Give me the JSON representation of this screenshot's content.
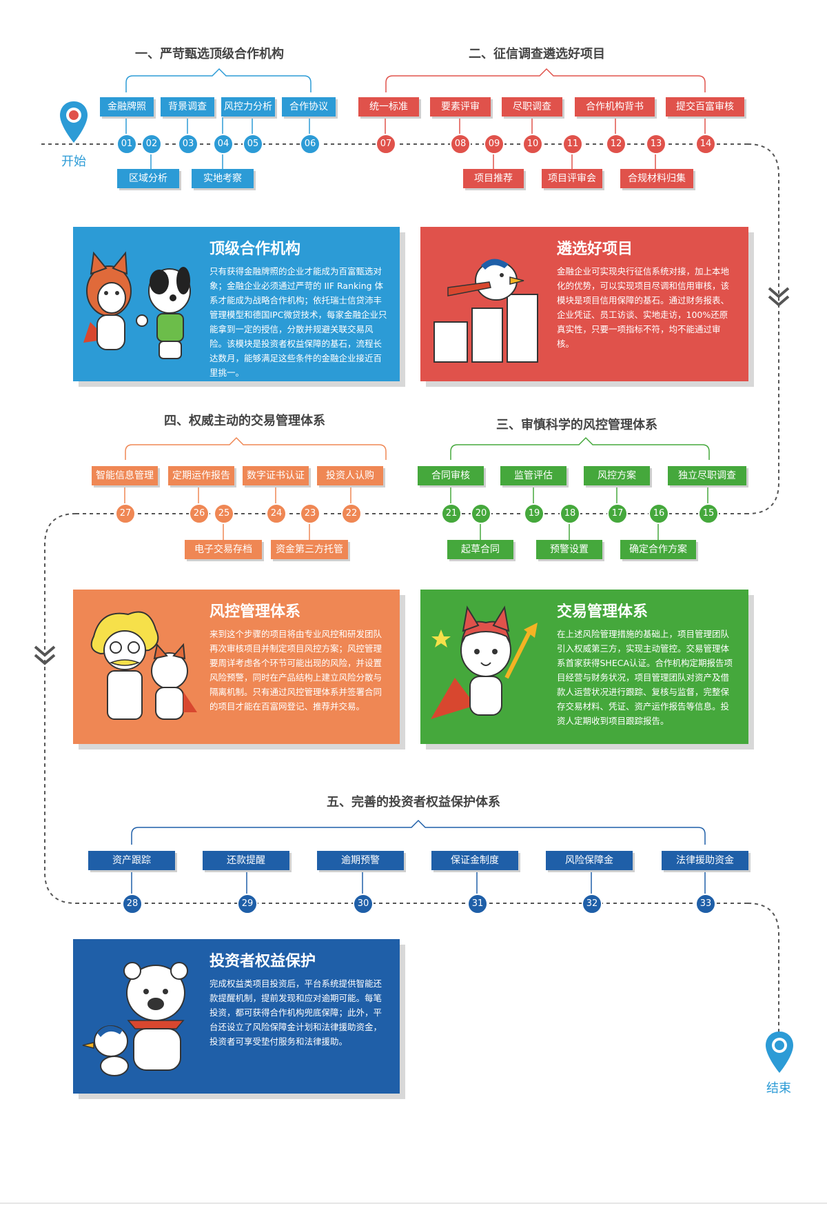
{
  "colors": {
    "blue": "#2c9bd6",
    "red": "#e0524b",
    "orange": "#ef8754",
    "green": "#45a83c",
    "navy": "#1f5fa8"
  },
  "start_label": "开始",
  "end_label": "结束",
  "sections": {
    "s1": "一、严苛甄选顶级合作机构",
    "s2": "二、征信调查遴选好项目",
    "s3": "三、审慎科学的风控管理体系",
    "s4": "四、权威主动的交易管理体系",
    "s5": "五、完善的投资者权益保护体系"
  },
  "row1_top": [
    "金融牌照",
    "背景调查",
    "风控力分析",
    "合作协议",
    "统一标准",
    "要素评审",
    "尽职调查",
    "合作机构背书",
    "提交百富审核"
  ],
  "row1_bottom": [
    "区域分析",
    "实地考察",
    "项目推荐",
    "项目评审会",
    "合规材料归集"
  ],
  "row1_nums": [
    "01",
    "02",
    "03",
    "04",
    "05",
    "06",
    "07",
    "08",
    "09",
    "10",
    "11",
    "12",
    "13",
    "14"
  ],
  "row2_top": [
    "智能信息管理",
    "定期运作报告",
    "数字证书认证",
    "投资人认购",
    "合同审核",
    "监管评估",
    "风控方案",
    "独立尽职调查"
  ],
  "row2_bottom": [
    "电子交易存档",
    "资金第三方托管",
    "起草合同",
    "预警设置",
    "确定合作方案"
  ],
  "row2_nums": [
    "27",
    "26",
    "25",
    "24",
    "23",
    "22",
    "21",
    "20",
    "19",
    "18",
    "17",
    "16",
    "15"
  ],
  "row3_top": [
    "资产跟踪",
    "还款提醒",
    "逾期预警",
    "保证金制度",
    "风险保障金",
    "法律援助资金"
  ],
  "row3_nums": [
    "28",
    "29",
    "30",
    "31",
    "32",
    "33"
  ],
  "cards": {
    "c1": {
      "title": "顶级合作机构",
      "body": "只有获得金融牌照的企业才能成为百富甄选对象；金融企业必须通过严苛的 IIF Ranking 体系才能成为战略合作机构；依托瑞士信贷沛丰管理模型和德国IPC微贷技术，每家金融企业只能拿到一定的授信，分散并规避关联交易风险。该模块是投资者权益保障的基石，流程长达数月，能够满足这些条件的金融企业接近百里挑一。"
    },
    "c2": {
      "title": "遴选好项目",
      "body": "金融企业可实现央行征信系统对接，加上本地化的优势，可以实现项目尽调和信用审核，该模块是项目信用保障的基石。通过财务报表、企业凭证、员工访谈、实地走访，100%还原真实性，只要一项指标不符，均不能通过审核。"
    },
    "c3": {
      "title": "风控管理体系",
      "body": "来到这个步骤的项目将由专业风控和研发团队再次审核项目并制定项目风控方案；风控管理要周详考虑各个环节可能出现的风险，并设置风险预警，同时在产品结构上建立风险分散与隔离机制。只有通过风控管理体系并签署合同的项目才能在百富网登记、推荐并交易。"
    },
    "c4": {
      "title": "交易管理体系",
      "body": "在上述风险管理措施的基础上，项目管理团队引入权威第三方，实现主动管控。交易管理体系首家获得SHECA认证。合作机构定期报告项目经营与财务状况，项目管理团队对资产及借款人运营状况进行跟踪、复核与监督，完整保存交易材料、凭证、资产运作报告等信息。投资人定期收到项目跟踪报告。"
    },
    "c5": {
      "title": "投资者权益保护",
      "body": "完成权益类项目投资后，平台系统提供智能还款提醒机制，提前发现和应对逾期可能。每笔投资，都可获得合作机构兜底保障；此外，平台还设立了风险保障金计划和法律援助资金，投资者可享受垫付服务和法律援助。"
    }
  }
}
